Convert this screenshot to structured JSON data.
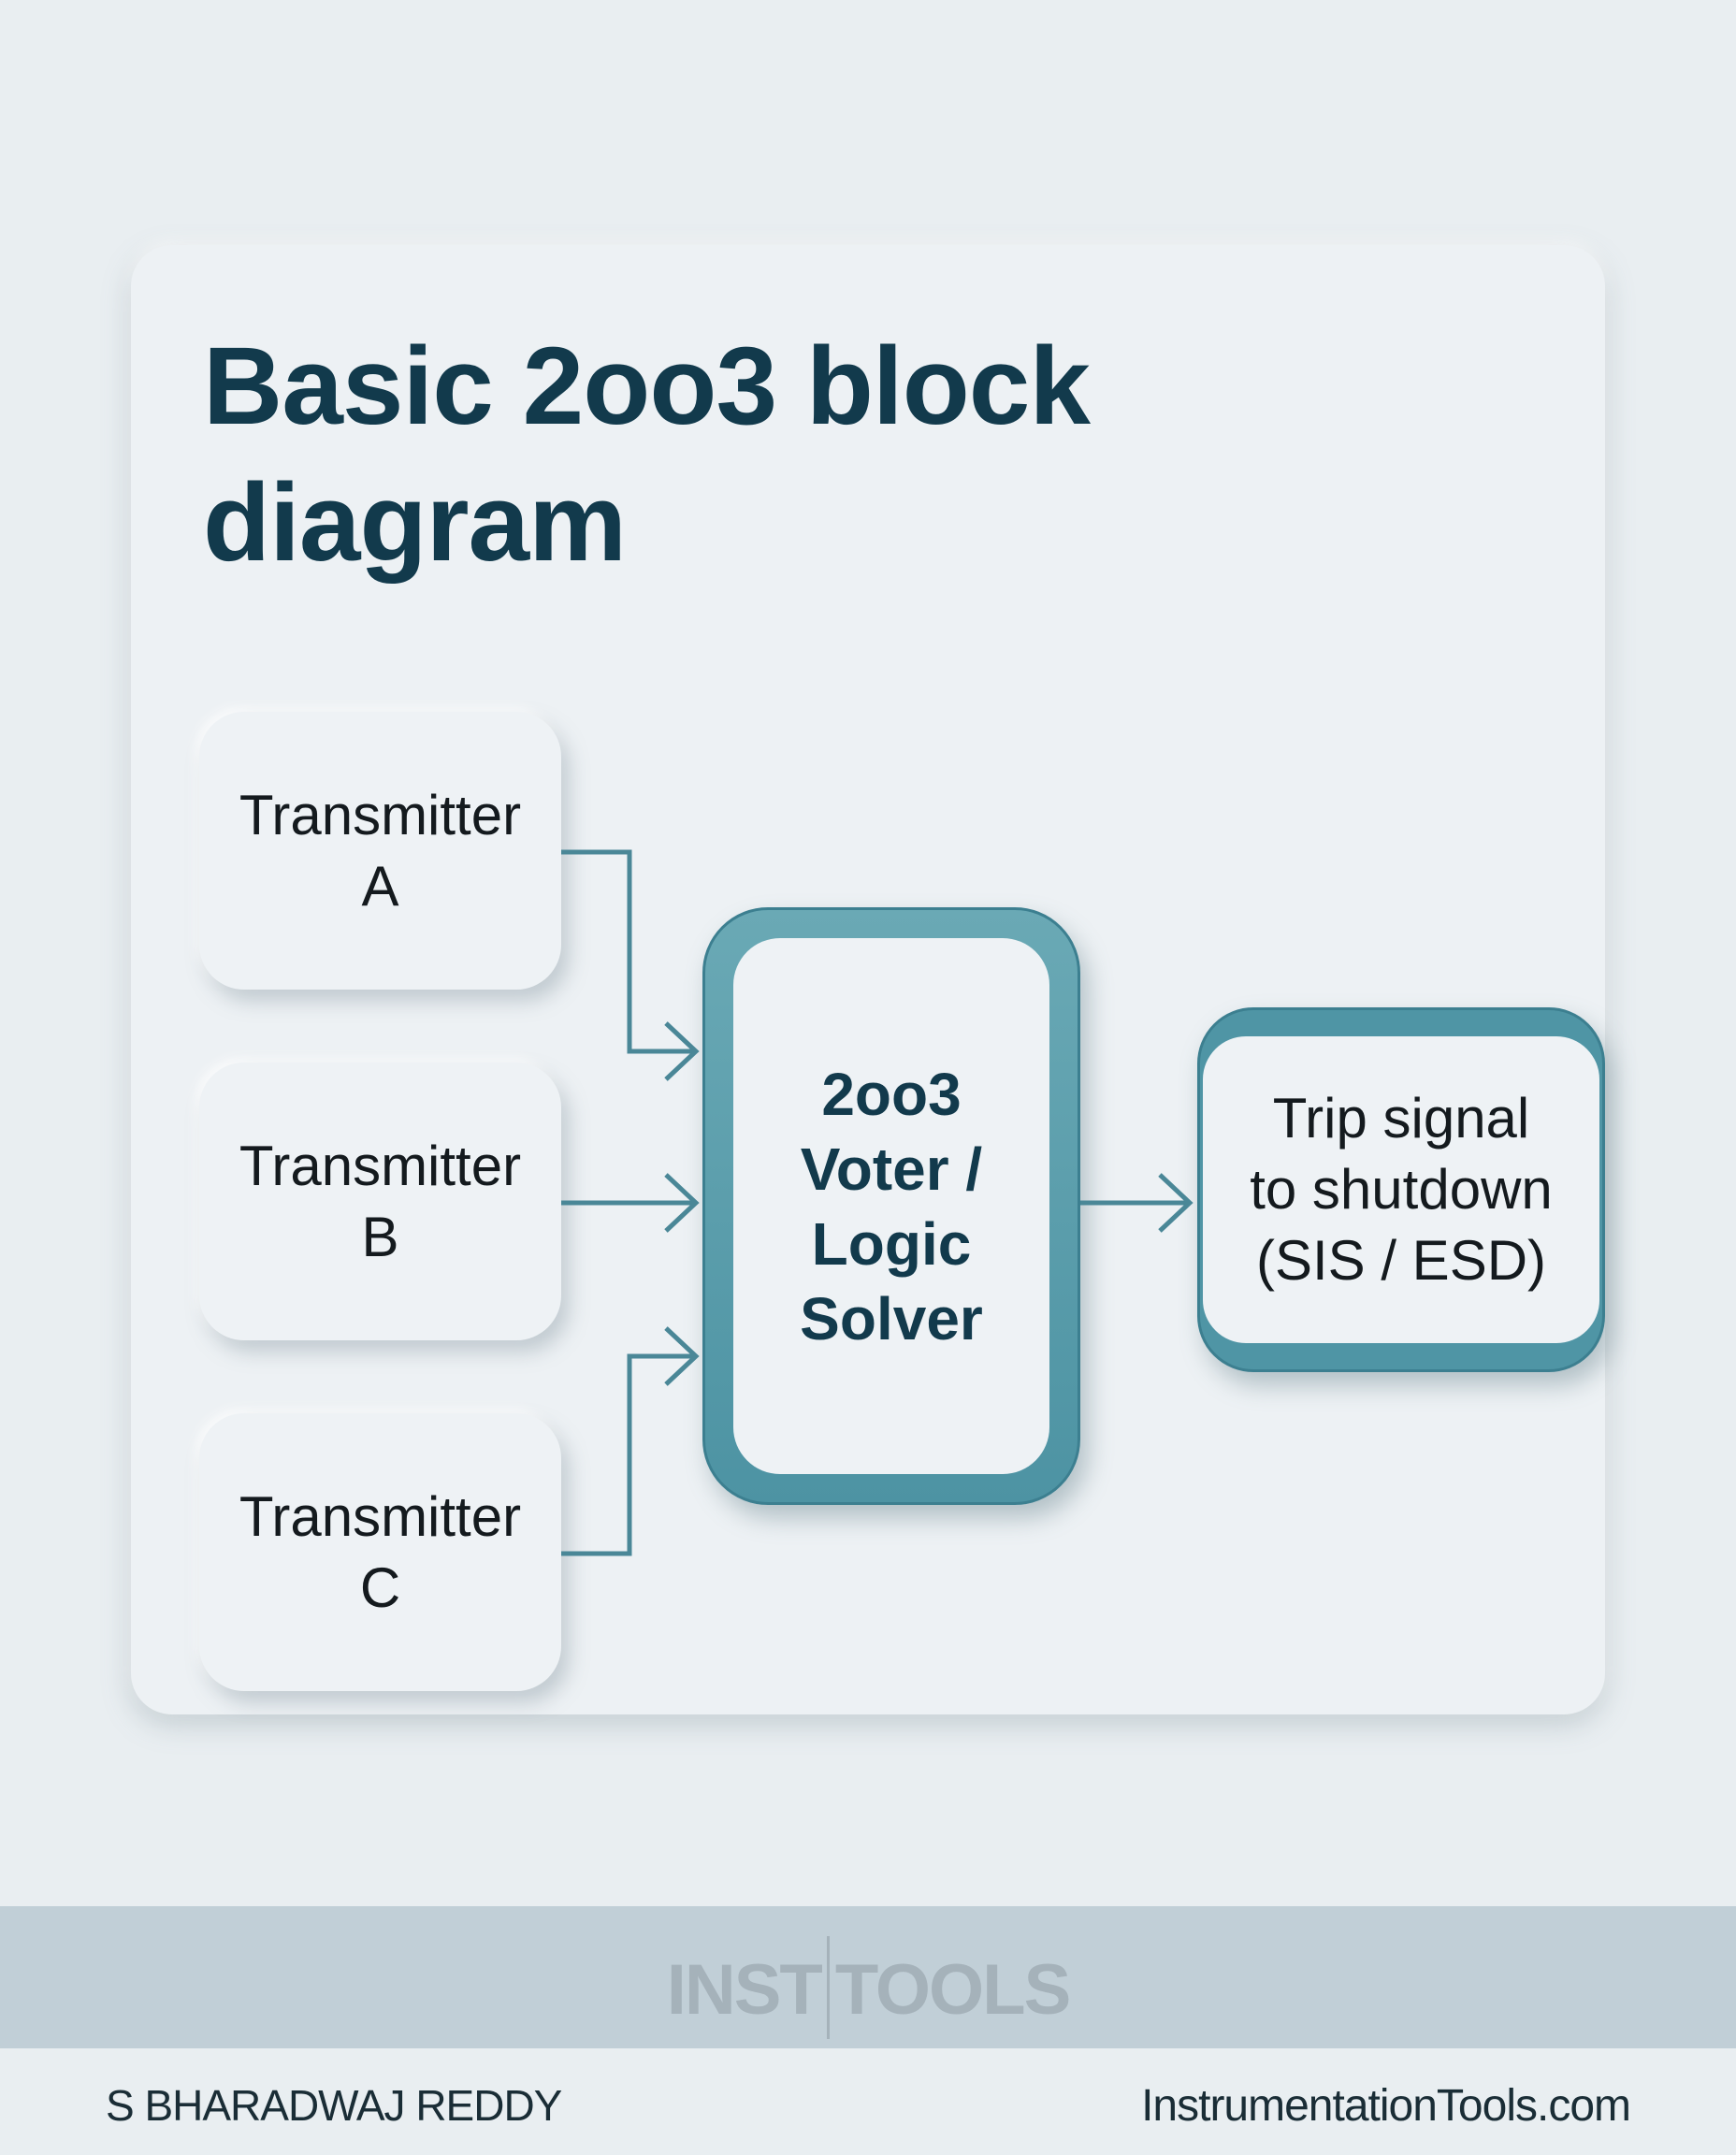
{
  "title": "Basic 2oo3 block diagram",
  "inputs": [
    {
      "line1": "Transmitter",
      "line2": "A"
    },
    {
      "line1": "Transmitter",
      "line2": "B"
    },
    {
      "line1": "Transmitter",
      "line2": "C"
    }
  ],
  "voter": {
    "lines": [
      "2oo3",
      "Voter /",
      "Logic",
      "Solver"
    ]
  },
  "output": {
    "lines": [
      "Trip signal",
      "to shutdown",
      "(SIS / ESD)"
    ]
  },
  "footer": {
    "logo_left": "INST",
    "logo_right": "TOOLS",
    "author": "S BHARADWAJ REDDY",
    "website": "InstrumentationTools.com"
  },
  "colors": {
    "accent": "#4d93a3",
    "title": "#123a4c",
    "band": "#c1cfd7"
  }
}
